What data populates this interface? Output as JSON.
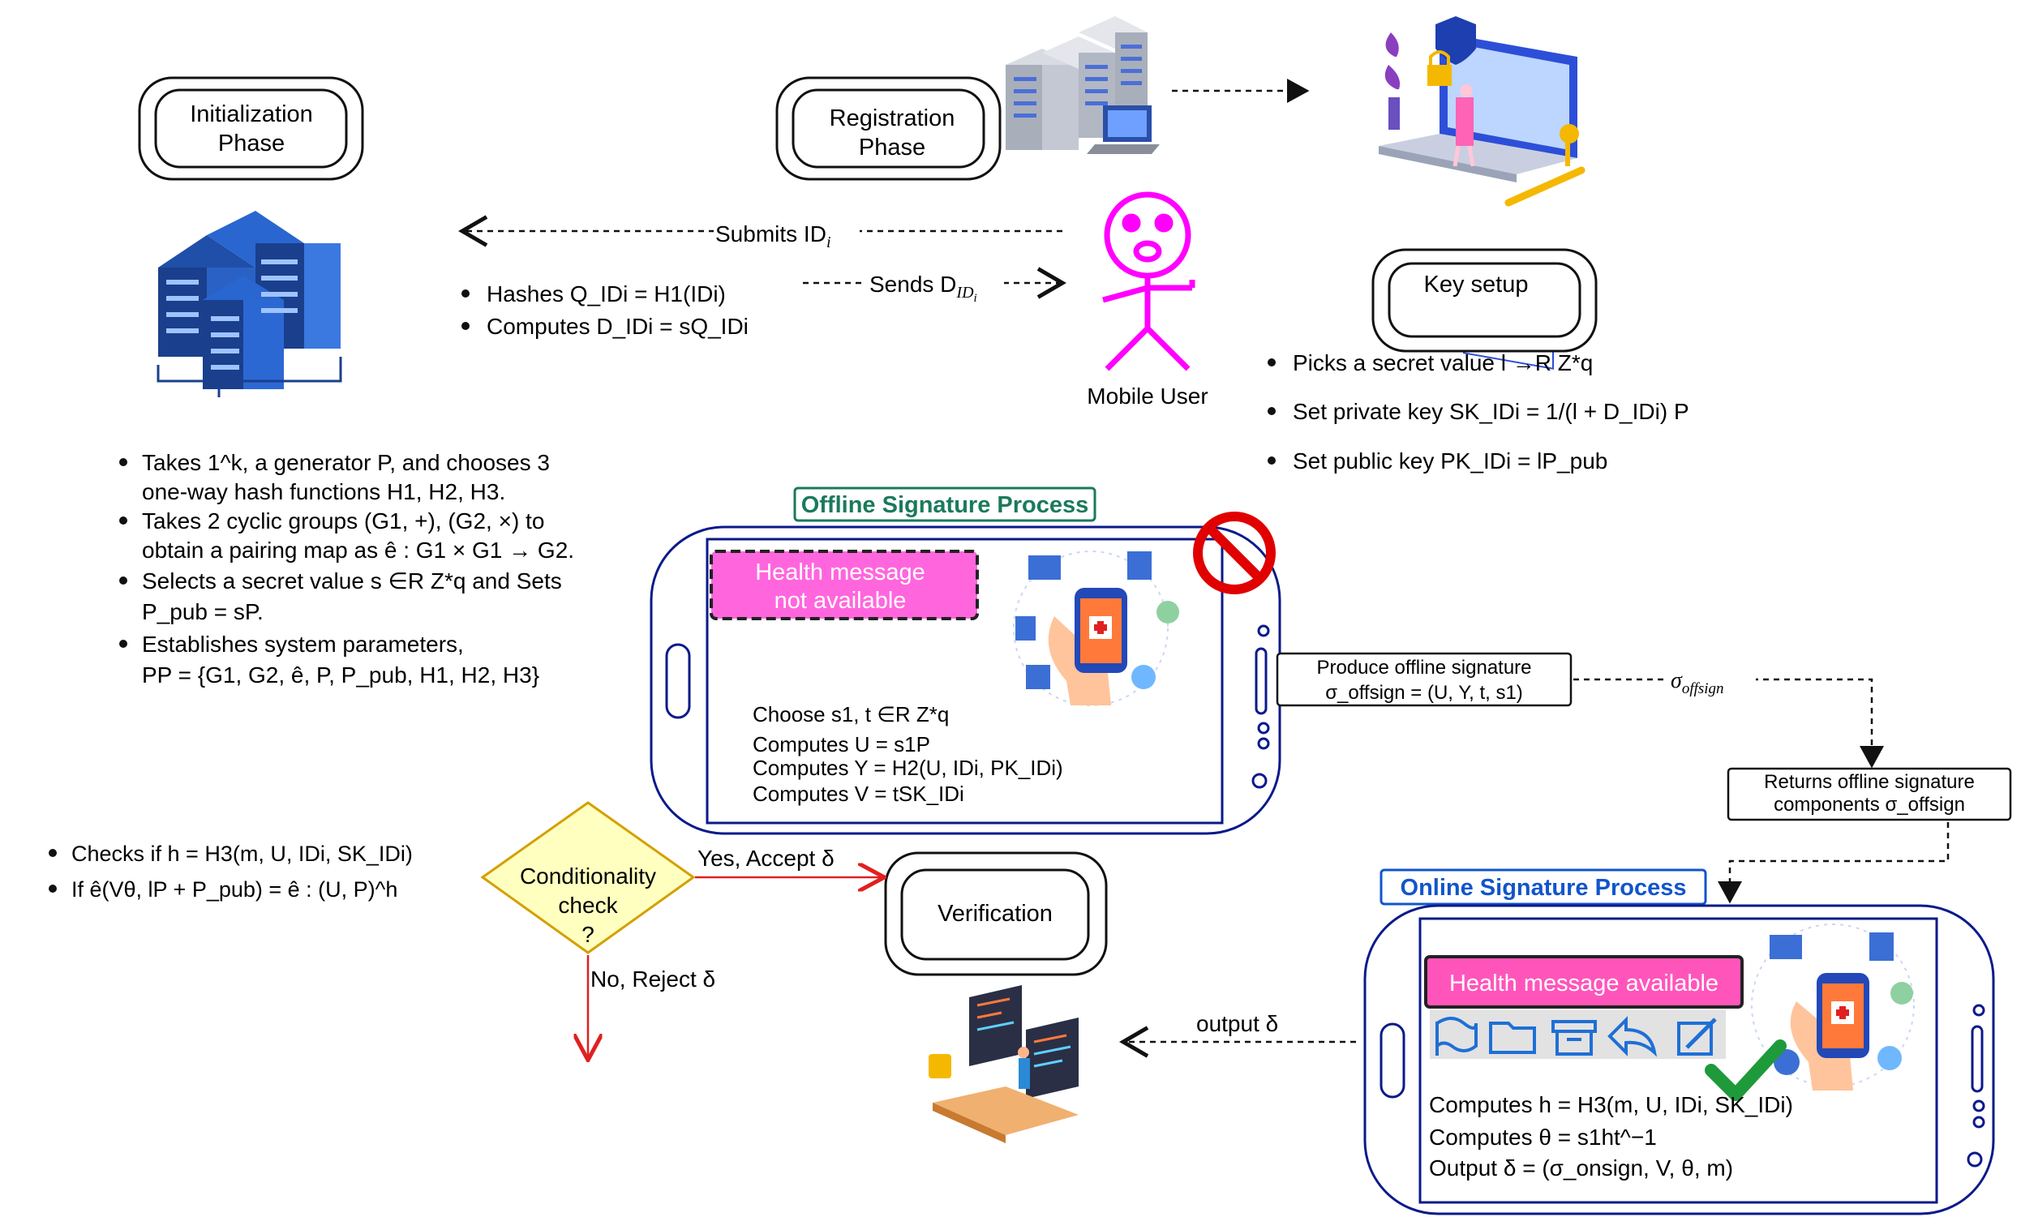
{
  "phases": {
    "initialization": {
      "line1": "Initialization",
      "line2": "Phase"
    },
    "registration": {
      "line1": "Registration",
      "line2": "Phase"
    },
    "key_setup": "Key setup",
    "verification": "Verification",
    "offline_title": "Offline Signature Process",
    "online_title": "Online Signature Process"
  },
  "flow": {
    "submits": "Submits ID",
    "submits_sub": "i",
    "sends": "Sends D",
    "sends_sub": "ID",
    "sends_subsub": "i",
    "mobile_user": "Mobile User",
    "sigma_offsign": "σ",
    "sigma_offsign_sub": "offsign",
    "output_delta": "output δ",
    "yes_accept": "Yes, Accept δ",
    "no_reject": "No, Reject δ",
    "conditionality": {
      "line1": "Conditionality",
      "line2": "check",
      "line3": "?"
    }
  },
  "registration_bullets": [
    "Hashes  Q_IDi = H1(IDi)",
    "Computes  D_IDi = sQ_IDi"
  ],
  "key_setup_bullets": [
    "Picks a secret value l →R Z*q",
    "Set private key SK_IDi = 1/(l + D_IDi) P",
    "Set public key PK_IDi = lP_pub"
  ],
  "init_bullets": [
    "Takes 1^k,  a generator P, and chooses 3",
    "one-way hash functions H1, H2, H3.",
    "Takes 2 cyclic groups (G1, +), (G2, ×)  to",
    "obtain a pairing map  as ê : G1 × G1 → G2.",
    "Selects a secret value s ∈R Z*q and Sets",
    "P_pub = sP.",
    "Establishes system parameters,",
    "PP = {G1, G2, ê, P, P_pub, H1, H2, H3}"
  ],
  "offline": {
    "health_msg_line1": "Health message",
    "health_msg_line2": "not available",
    "steps": [
      "Choose s1, t ∈R Z*q",
      "Computes U = s1P",
      "Computes Y = H2(U, IDi, PK_IDi)",
      "Computes V = tSK_IDi"
    ],
    "produce_line1": "Produce offline signature",
    "produce_line2": "σ_offsign = (U, Y, t, s1)",
    "returns_line1": "Returns  offline signature",
    "returns_line2": "components σ_offsign"
  },
  "online": {
    "health_msg": "Health message available",
    "steps": [
      "Computes h = H3(m, U, IDi, SK_IDi)",
      "Computes θ = s1ht^−1",
      "Output δ = (σ_onsign, V, θ, m)"
    ]
  },
  "verification_bullets": [
    "Checks if h = H3(m, U, IDi, SK_IDi)",
    "If ê(Vθ, lP + P_pub) = ê : (U, P)^h"
  ],
  "colors": {
    "offline_title": "#1a7a5c",
    "online_title": "#1155cc",
    "phone_border": "#0a1a8a",
    "magenta": "#ff33ff",
    "pink_box": "#ff66dd",
    "red_arrow": "#e02020",
    "diamond_fill": "#ffffc0",
    "diamond_stroke": "#d4a000"
  }
}
